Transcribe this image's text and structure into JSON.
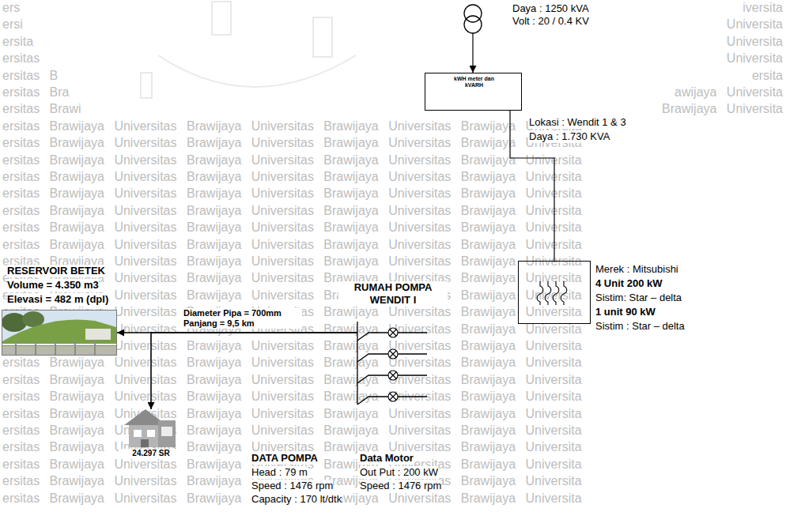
{
  "diagram": {
    "nodes": [
      {
        "text": [
          "Daya : 1250 kVA",
          "Volt : 20 / 0.4 KV"
        ]
      },
      {
        "text": [
          "kWH meter dan kVARH",
          "Lokasi : Wendit 1 & 3",
          "Daya : 1.730 KVA"
        ]
      },
      {
        "text": [
          "Merek : Mitsubishi",
          "4 Unit 200 kW",
          "Sistim: Star – delta",
          "1 unit 90 kW",
          "Sistim : Star – delta"
        ]
      },
      {
        "text": [
          "RUMAH POMPA WENDIT I"
        ]
      },
      {
        "text": [
          "RESERVOIR BETEK",
          "Volume = 4.350 m3",
          "Elevasi = 482 m (dpl)"
        ]
      },
      {
        "text": [
          "24.297 SR"
        ]
      }
    ],
    "edges": [
      {
        "from": 0,
        "to": 1,
        "arrow": "to"
      },
      {
        "from": 1,
        "to": 2,
        "arrow": "none"
      },
      {
        "from": 3,
        "to": 4,
        "label": "Diameter Pipa = 700mm Panjang = 9,5 km",
        "arrow": "to"
      },
      {
        "from": 3,
        "to": 5,
        "arrow": "to"
      }
    ],
    "labels": [
      "DATA POMPA",
      "Head : 79 m",
      "Speed : 1476 rpm",
      "Capacity : 170 lt/dtk",
      "Data Motor",
      "Out Put : 200 kW",
      "Speed : 1476 rpm",
      "ers",
      "iversita",
      "ersi",
      "Universita",
      "ersita",
      "Universita",
      "ersitas",
      "Universita",
      "ersitas B",
      "ersita",
      "ersitas Bra",
      "awijaya Universita",
      "ersitas Brawi",
      "Brawijaya Universita",
      "ersitas Brawijaya Universitas Brawijaya Universitas Brawijaya Universitas Brawijaya Universita",
      "ersitas Brawijaya Universitas Brawijaya Universitas Brawijaya Universitas Brawijaya Universita",
      "ersitas Brawijaya Universitas Brawijaya Universitas Brawijaya Universitas Brawijaya Universita",
      "ersitas Brawijaya Universitas Brawijaya Universitas Brawijaya Universitas Brawijaya Universita",
      "ersitas Brawijaya Universitas Brawijaya Universitas Brawijaya Universitas Brawijaya Universita",
      "ersitas Brawijaya Universitas Brawijaya Universitas Brawijaya Universitas Brawijaya Universita",
      "ersitas Brawijaya Universitas Brawijaya Universitas Brawijaya Universitas Brawijaya Universita",
      "ersitas Brawijaya Universitas Brawijaya Universitas Brawijaya Universitas Brawijaya Universita",
      "ersitas Brawijaya Universitas Brawijaya Universitas Brawijaya Universitas Brawijaya Universita",
      "ersitas Brawijaya Universitas Brawijaya Universitas Brawijaya Universitas Brawijaya Universita",
      "ersitas Brawijaya Universitas Brawijaya Universitas Brawijaya Universitas Brawijaya Universita",
      "ersitas Brawijaya Universitas Brawijaya Universitas Brawijaya Universitas Brawijaya Universita",
      "ersitas Brawijaya Universitas Brawijaya Universitas Brawijaya Universitas Brawijaya Universita",
      "ersitas Brawijaya Universitas Brawijaya Universitas Brawijaya Universitas Brawijaya Universita",
      "ersitas Brawijaya Universitas Brawijaya Universitas Brawijaya Universitas Brawijaya Universita",
      "ersitas Brawijaya Universitas Brawijaya Universitas Brawijaya Universitas Brawijaya Universita",
      "ersitas Brawijaya Universitas Brawijaya Universitas Brawijaya Universitas Brawijaya Universita",
      "ersitas Brawijaya Universitas Brawijaya Universitas Brawijaya Universitas Brawijaya Universita",
      "ersitas Brawijaya Universitas Brawijaya Universitas Brawijaya Universitas Brawijaya Universita",
      "ersitas Brawijaya Universitas Brawijaya Universitas Brawijaya Universitas Brawijaya Universita",
      "ersitas Brawijaya Universitas Brawijaya Universitas Brawijaya Universitas Brawijaya Universita",
      "ersitas Brawijaya Universitas Brawijaya Universitas Brawijaya Universitas Brawijaya Universita",
      "ersitas Brawijaya Universitas Brawijaya Universitas Brawijaya Universitas Brawijaya Universita"
    ]
  }
}
